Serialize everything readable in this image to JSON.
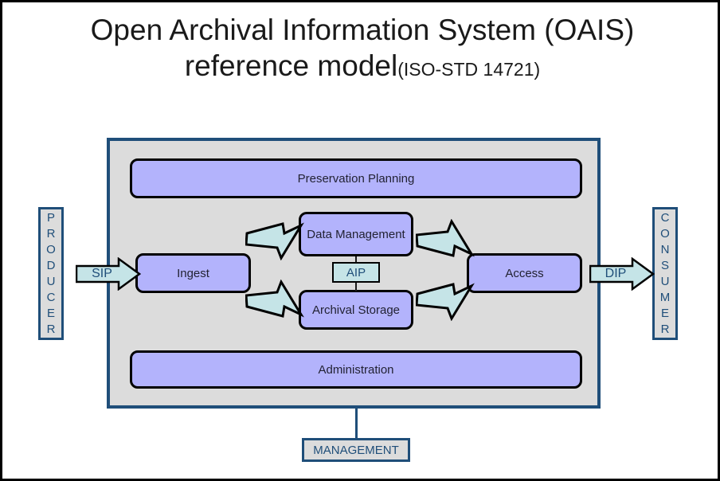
{
  "title": {
    "line1": "Open Archival Information System (OAIS)",
    "line2_main": "reference model",
    "line2_sub": "(ISO-STD 14721)"
  },
  "colors": {
    "panel_border": "#1f4e79",
    "panel_fill": "#dcdcdc",
    "function_box_fill": "#b3b3fc",
    "function_box_border": "#000000",
    "packet_fill": "#c5e4e7",
    "packet_text": "#1f4e79",
    "page_border": "#000000"
  },
  "oais_panel": {
    "functions": [
      {
        "id": "preservation-planning",
        "label": "Preservation Planning"
      },
      {
        "id": "ingest",
        "label": "Ingest"
      },
      {
        "id": "data-management",
        "label": "Data Management"
      },
      {
        "id": "archival-storage",
        "label": "Archival Storage"
      },
      {
        "id": "access",
        "label": "Access"
      },
      {
        "id": "administration",
        "label": "Administration"
      }
    ],
    "aip": {
      "label": "AIP"
    }
  },
  "actors": {
    "producer": {
      "label": "PRODUCER",
      "letters": [
        "P",
        "R",
        "O",
        "D",
        "U",
        "C",
        "E",
        "R"
      ]
    },
    "consumer": {
      "label": "CONSUMER",
      "letters": [
        "C",
        "O",
        "N",
        "S",
        "U",
        "M",
        "E",
        "R"
      ]
    }
  },
  "packets": {
    "sip": {
      "label": "SIP",
      "direction": "right"
    },
    "dip": {
      "label": "DIP",
      "direction": "right"
    }
  },
  "flow_arrows": [
    {
      "id": "ingest-to-data-management",
      "direction": "up-right"
    },
    {
      "id": "ingest-to-archival-storage",
      "direction": "down-right"
    },
    {
      "id": "data-management-to-access",
      "direction": "down-right"
    },
    {
      "id": "archival-storage-to-access",
      "direction": "up-right"
    }
  ],
  "management": {
    "label": "MANAGEMENT"
  }
}
